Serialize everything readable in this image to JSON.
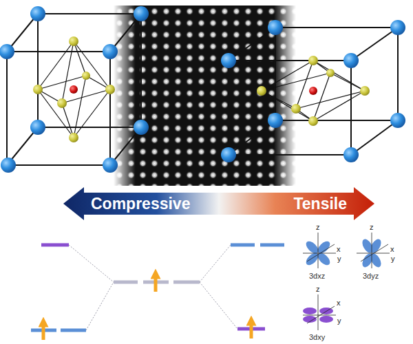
{
  "diagram": {
    "nodes": [
      {
        "text": [
          "Compressive",
          "Tensile"
        ]
      }
    ],
    "labels": [
      "z",
      "x",
      "y",
      "3dxz",
      "z",
      "x",
      "y",
      "3dyz",
      "z",
      "x",
      "y",
      "3dxy"
    ]
  }
}
